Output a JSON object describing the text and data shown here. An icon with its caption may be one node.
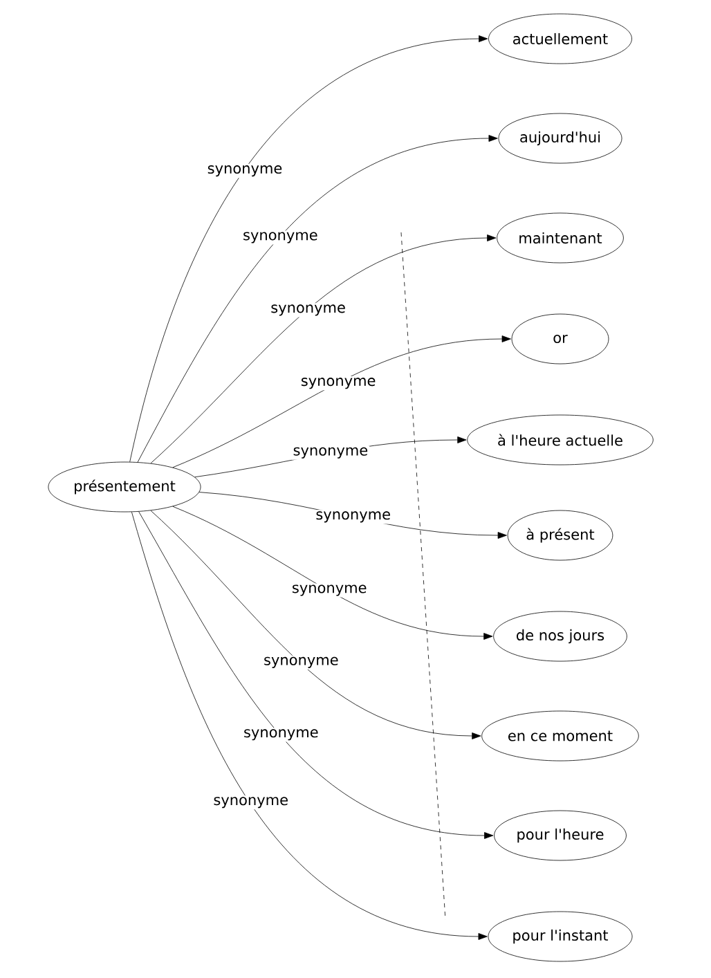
{
  "diagram": {
    "nodes": [
      {
        "text": [
          "présentement"
        ]
      },
      {
        "text": [
          "actuellement"
        ]
      },
      {
        "text": [
          "aujourd'hui"
        ]
      },
      {
        "text": [
          "maintenant"
        ]
      },
      {
        "text": [
          "or"
        ]
      },
      {
        "text": [
          "à l'heure actuelle"
        ]
      },
      {
        "text": [
          "à présent"
        ]
      },
      {
        "text": [
          "de nos jours"
        ]
      },
      {
        "text": [
          "en ce moment"
        ]
      },
      {
        "text": [
          "pour l'heure"
        ]
      },
      {
        "text": [
          "pour l'instant"
        ]
      }
    ],
    "edges": [
      {
        "from": 0,
        "to": 1,
        "arrow": "to",
        "label": "synonyme"
      },
      {
        "from": 0,
        "to": 2,
        "arrow": "to",
        "label": "synonyme"
      },
      {
        "from": 0,
        "to": 3,
        "arrow": "to",
        "label": "synonyme"
      },
      {
        "from": 0,
        "to": 4,
        "arrow": "to",
        "label": "synonyme"
      },
      {
        "from": 0,
        "to": 5,
        "arrow": "to",
        "label": "synonyme"
      },
      {
        "from": 0,
        "to": 6,
        "arrow": "to",
        "label": "synonyme"
      },
      {
        "from": 0,
        "to": 7,
        "arrow": "to",
        "label": "synonyme"
      },
      {
        "from": 0,
        "to": 8,
        "arrow": "to",
        "label": "synonyme"
      },
      {
        "from": 0,
        "to": 9,
        "arrow": "to",
        "label": "synonyme"
      },
      {
        "from": 0,
        "to": 10,
        "arrow": "to",
        "label": "synonyme"
      }
    ]
  }
}
